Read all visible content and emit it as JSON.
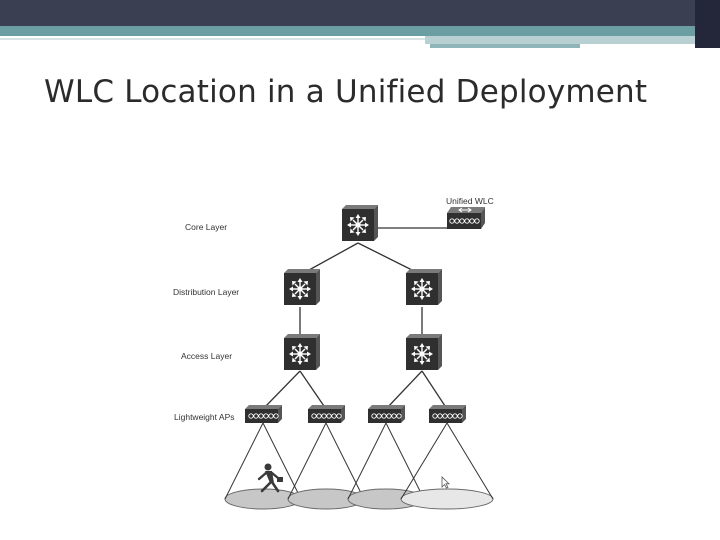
{
  "slide": {
    "title": "WLC Location in a Unified Deployment"
  },
  "diagram": {
    "layers": {
      "core": "Core Layer",
      "distribution": "Distribution Layer",
      "access": "Access Layer",
      "aps": "Lightweight APs"
    },
    "wlc_label": "Unified WLC",
    "colors": {
      "switch_face": "#2f2f2f",
      "switch_top": "#7a7a7a",
      "switch_side": "#555555",
      "coverage_fill": "#c7c7c7",
      "header_dark": "#3b3f52",
      "header_teal": "#6b9ea3"
    }
  }
}
